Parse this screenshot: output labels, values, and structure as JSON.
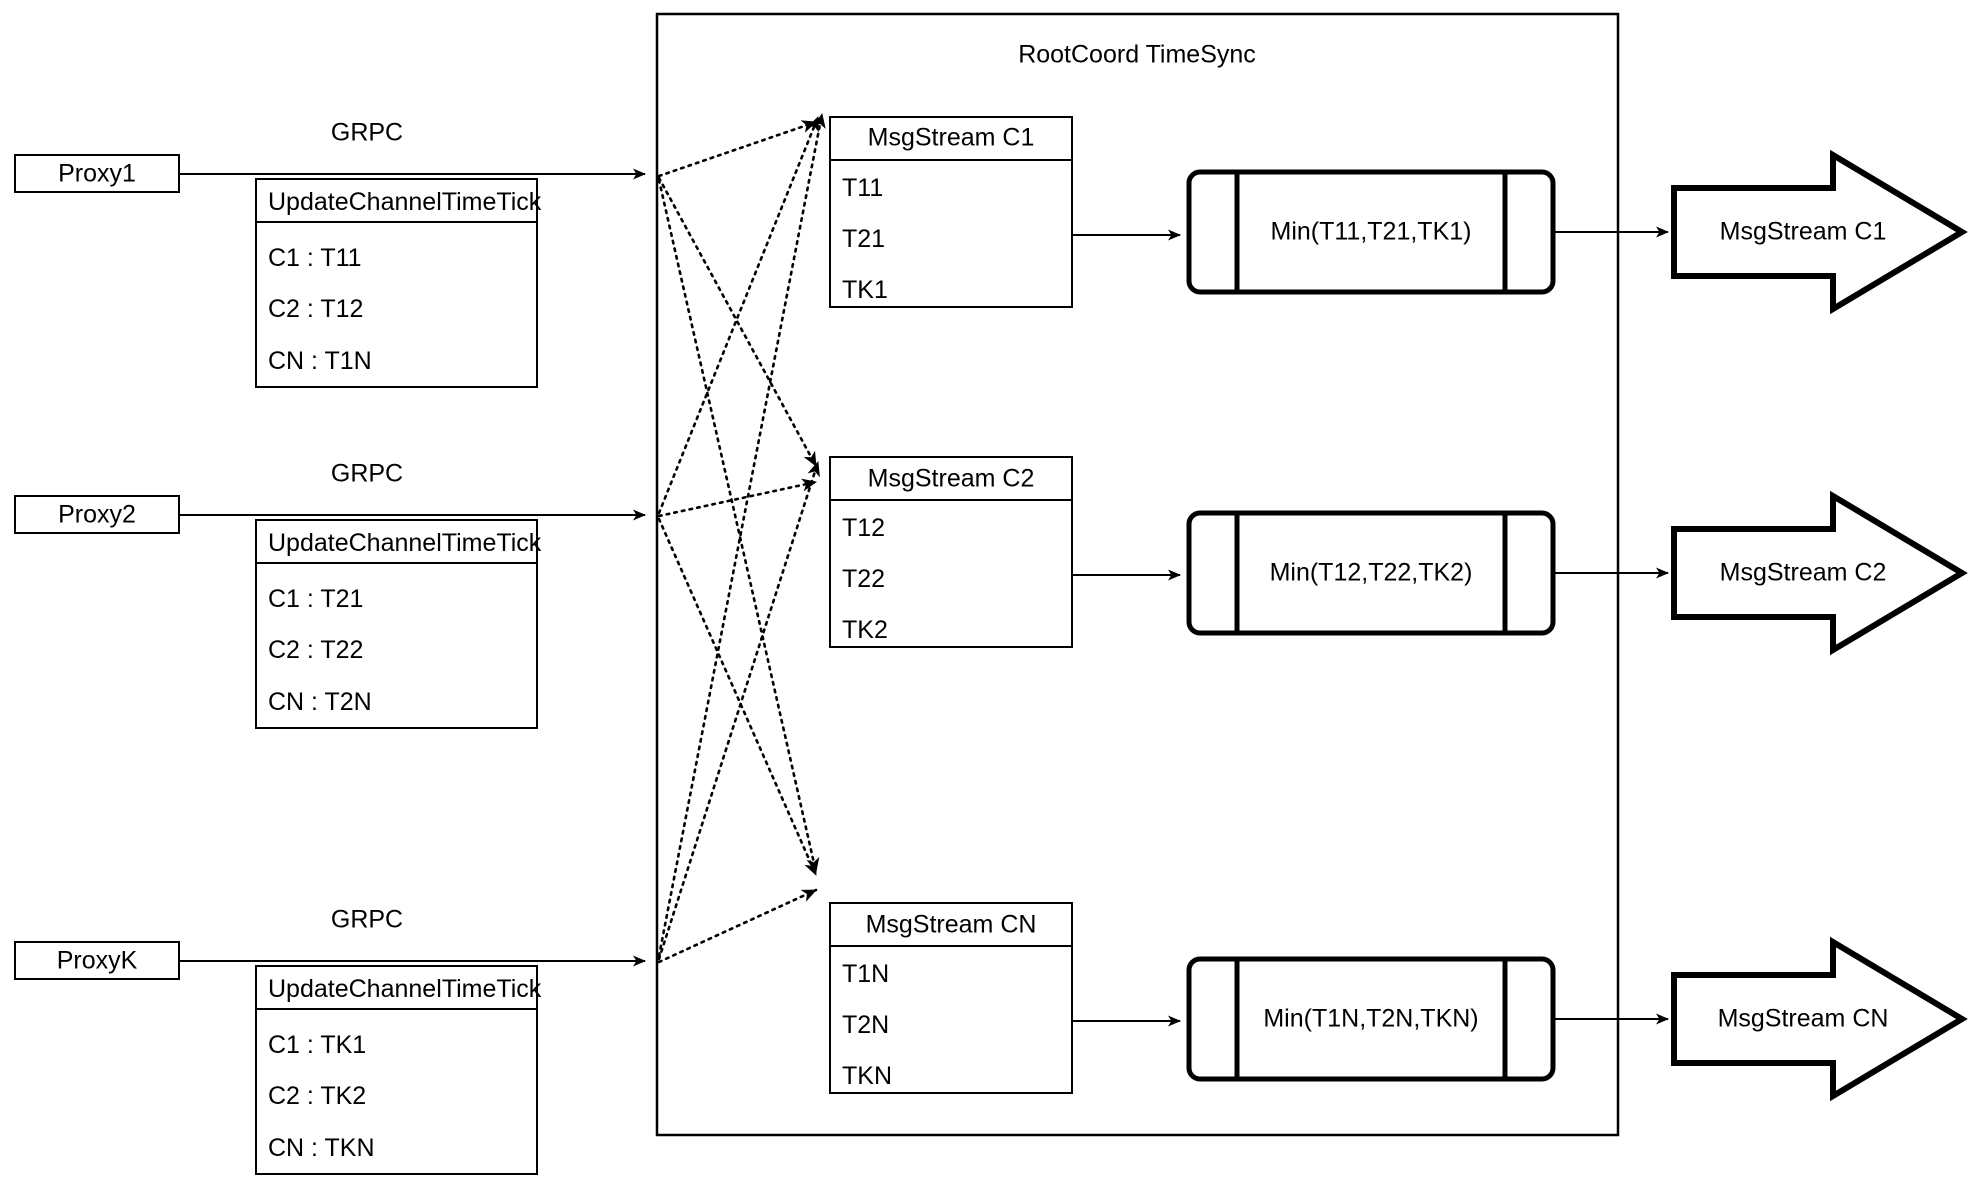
{
  "diagram": {
    "title": "RootCoord TimeSync",
    "container_label": "RootCoord TimeSync",
    "edge_label": "GRPC",
    "colors": {
      "stroke": "#000000",
      "background": "#FFFFFF",
      "text": "#000000"
    }
  },
  "proxies": [
    {
      "name": "Proxy1",
      "link_label": "GRPC",
      "message_header": "UpdateChannelTimeTick",
      "rows": [
        "C1 :  T11",
        "C2 :  T12",
        "CN : T1N"
      ]
    },
    {
      "name": "Proxy2",
      "link_label": "GRPC",
      "message_header": "UpdateChannelTimeTick",
      "rows": [
        "C1 :  T21",
        "C2 :  T22",
        "CN : T2N"
      ]
    },
    {
      "name": "ProxyK",
      "link_label": "GRPC",
      "message_header": "UpdateChannelTimeTick",
      "rows": [
        "C1 :  TK1",
        "C2 :  TK2",
        "CN : TKN"
      ]
    }
  ],
  "channels": [
    {
      "stream_header": "MsgStream C1",
      "ticks": [
        "T11",
        "T21",
        "TK1"
      ],
      "process_label": "Min(T11,T21,TK1)",
      "output_label": "MsgStream C1"
    },
    {
      "stream_header": "MsgStream C2",
      "ticks": [
        "T12",
        "T22",
        "TK2"
      ],
      "process_label": "Min(T12,T22,TK2)",
      "output_label": "MsgStream C2"
    },
    {
      "stream_header": "MsgStream CN",
      "ticks": [
        "T1N",
        "T2N",
        "TKN"
      ],
      "process_label": "Min(T1N,T2N,TKN)",
      "output_label": "MsgStream CN"
    }
  ]
}
